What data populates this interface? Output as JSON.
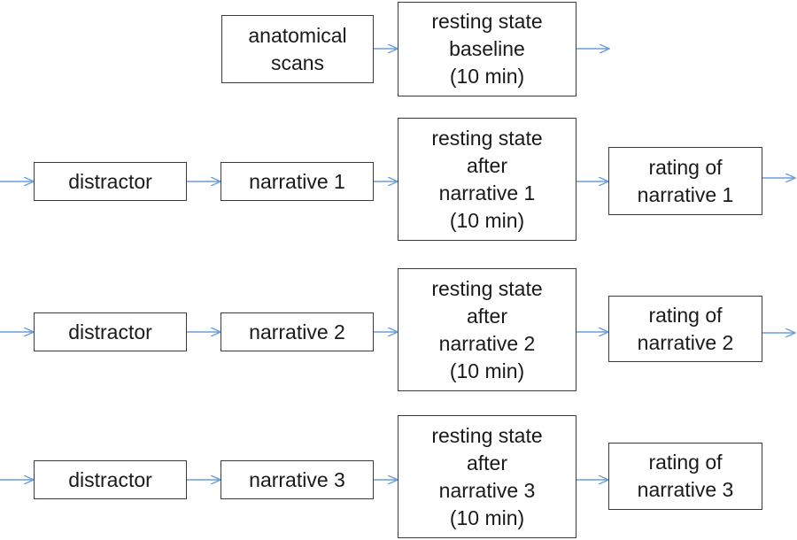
{
  "colors": {
    "arrow": "#6a9fd8",
    "border": "#3a3a3a",
    "text": "#1a1a1a"
  },
  "row0": {
    "anatomical": [
      "anatomical",
      "scans"
    ],
    "baseline": [
      "resting state",
      "baseline",
      "(10 min)"
    ]
  },
  "row1": {
    "distractor": [
      "distractor"
    ],
    "narrative": [
      "narrative 1"
    ],
    "resting": [
      "resting state",
      "after",
      "narrative 1",
      "(10 min)"
    ],
    "rating": [
      "rating of",
      "narrative 1"
    ]
  },
  "row2": {
    "distractor": [
      "distractor"
    ],
    "narrative": [
      "narrative 2"
    ],
    "resting": [
      "resting state",
      "after",
      "narrative 2",
      "(10 min)"
    ],
    "rating": [
      "rating of",
      "narrative 2"
    ]
  },
  "row3": {
    "distractor": [
      "distractor"
    ],
    "narrative": [
      "narrative 3"
    ],
    "resting": [
      "resting state",
      "after",
      "narrative 3",
      "(10 min)"
    ],
    "rating": [
      "rating of",
      "narrative 3"
    ]
  }
}
